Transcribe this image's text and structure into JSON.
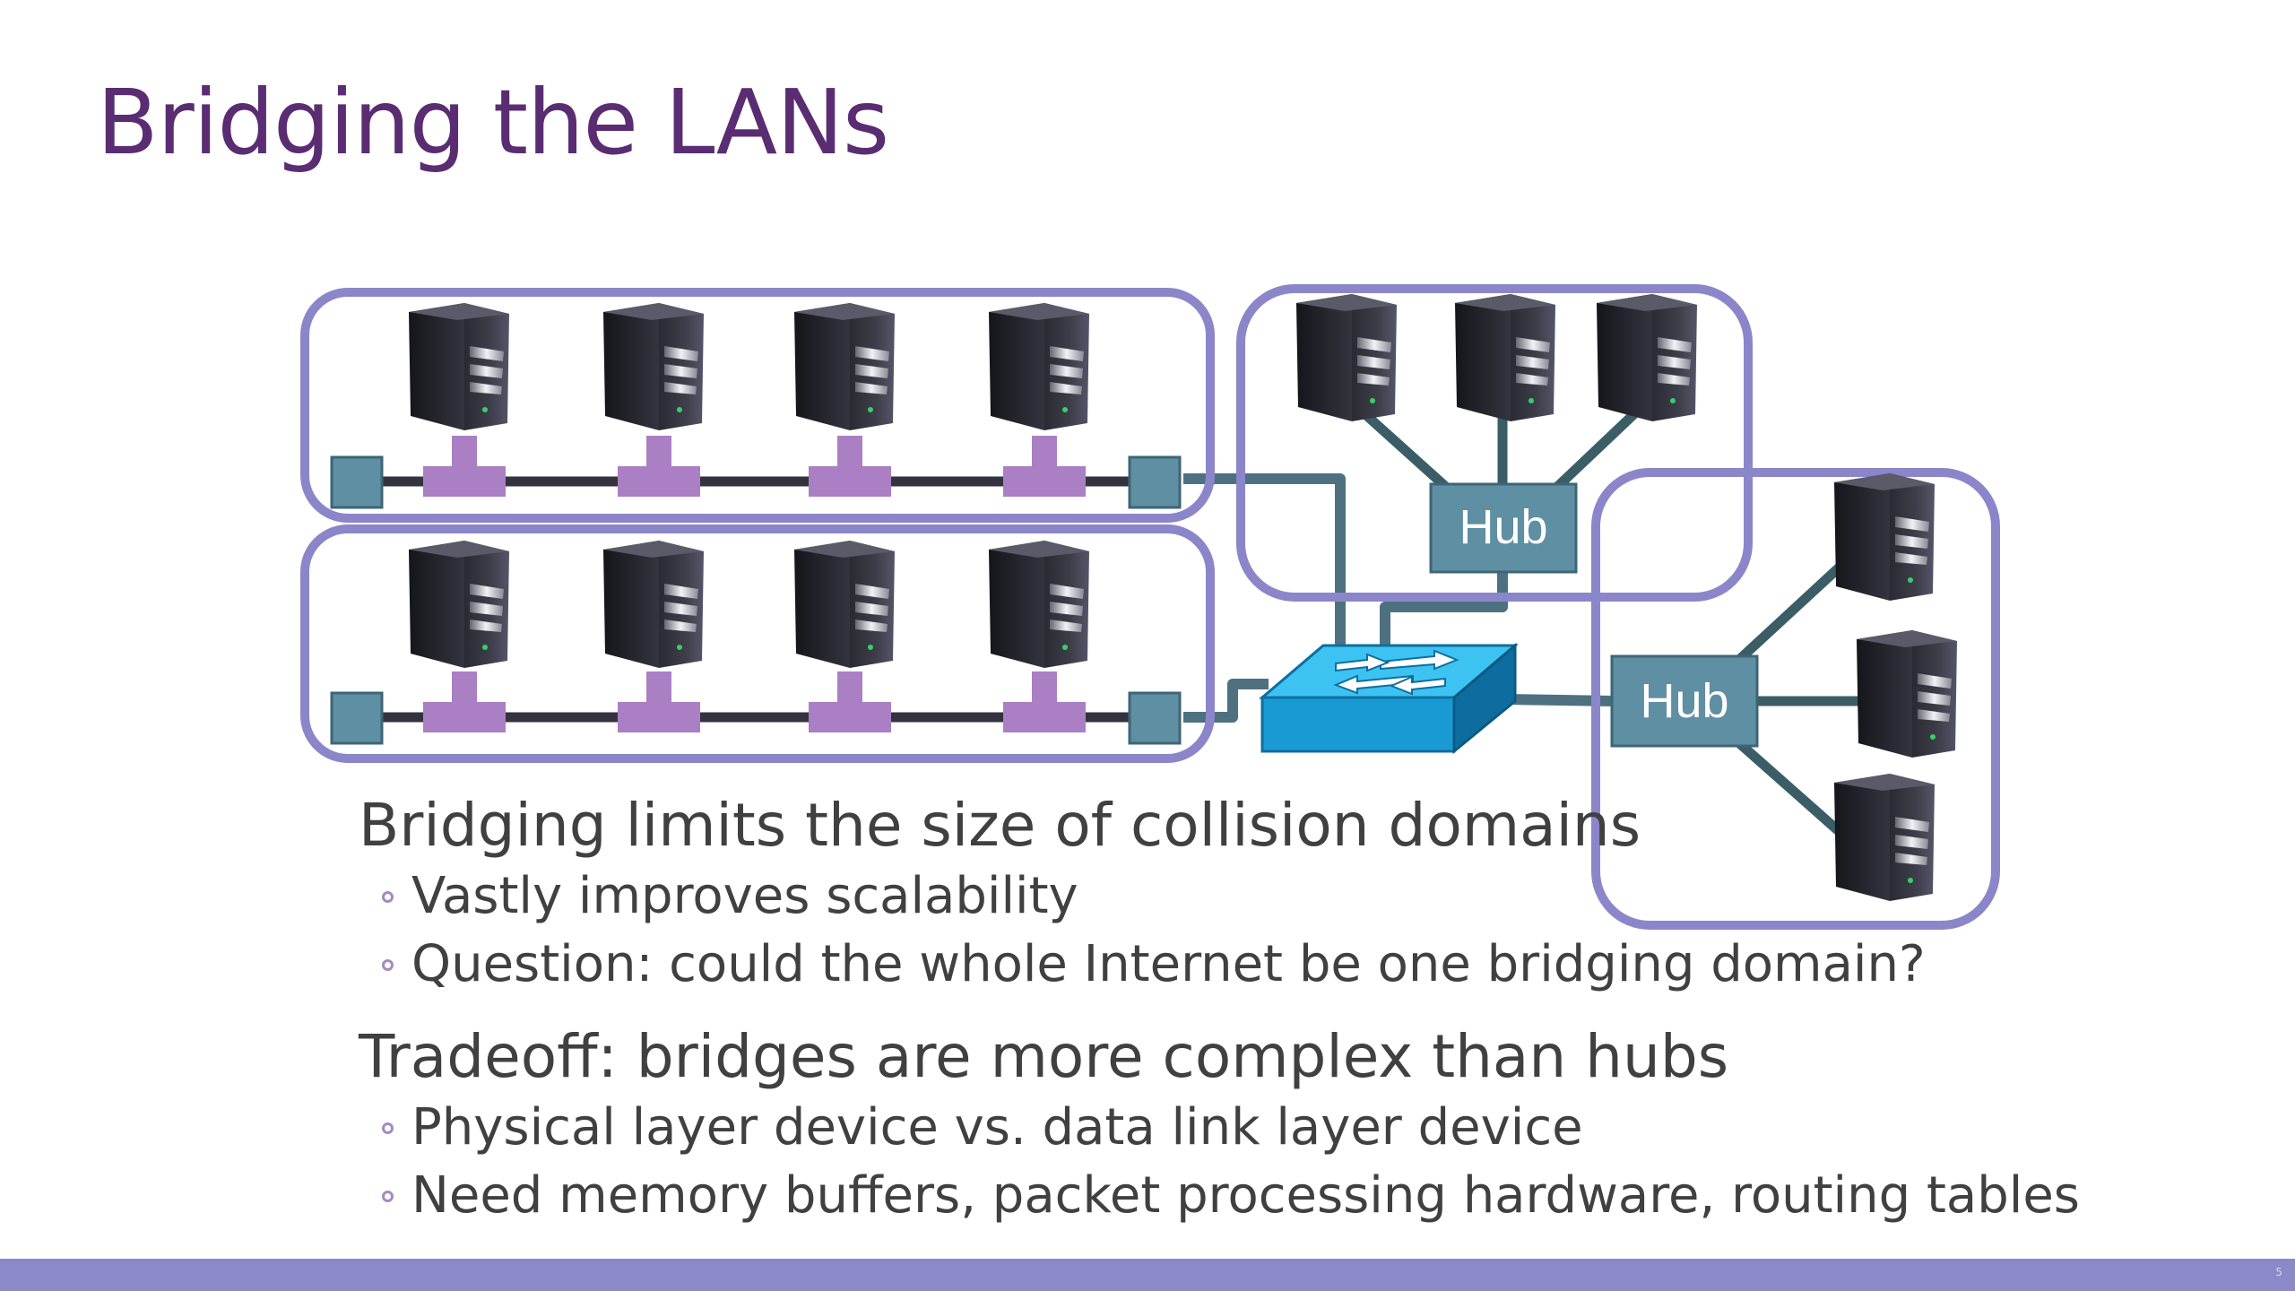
{
  "slide": {
    "title": "Bridging the LANs",
    "page_number": "5"
  },
  "diagram": {
    "hub_label": "Hub"
  },
  "bullets": {
    "b1": "Bridging limits the size of collision domains",
    "b1_sub1": "Vastly improves scalability",
    "b1_sub2": "Question: could the whole Internet be one bridging domain?",
    "b2": "Tradeoff: bridges are more complex than hubs",
    "b2_sub1": "Physical layer device vs. data link layer device",
    "b2_sub2": "Need memory buffers, packet processing hardware, routing tables"
  },
  "colors": {
    "title": "#5a2d72",
    "lan_outline": "#8b86c9",
    "bus": "#333340",
    "tap": "#ab7fc3",
    "terminator": "#5f8fa3",
    "hub": "#5f8fa3",
    "cable": "#4e7182",
    "hub_link": "#3b5d66",
    "switch": "#1b9fd6",
    "footer": "#8c89c9"
  }
}
